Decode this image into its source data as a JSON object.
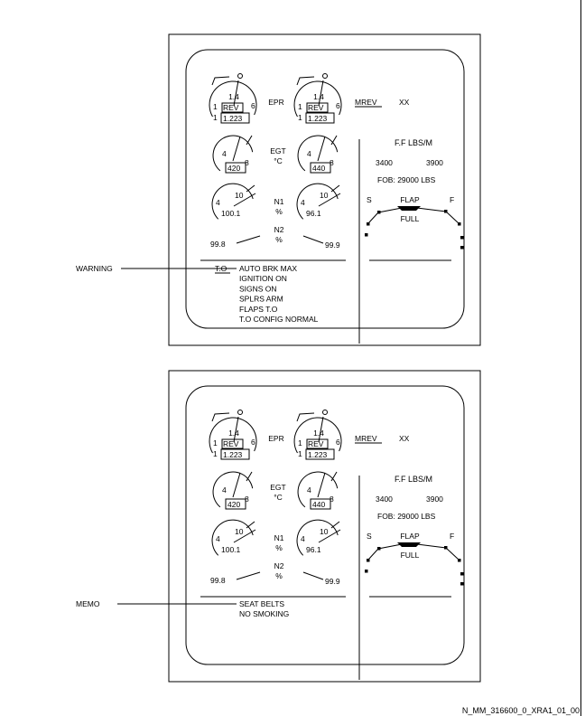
{
  "figure_id": "N_MM_316600_0_XRA1_01_00",
  "panels": [
    {
      "id": "warning",
      "callout": "WARNING",
      "gauges": {
        "epr_label": "EPR",
        "egt_label": "EGT",
        "egt_unit": "°C",
        "n1_label": "N1",
        "n1_unit": "%",
        "n2_label": "N2",
        "n2_unit": "%",
        "left": {
          "epr_mark": "1.4",
          "epr_low": "1",
          "epr_high": "6",
          "epr_side": "1",
          "rev": "REV",
          "epr_value": "1.223",
          "egt_low": "4",
          "egt_high": "8",
          "egt_value": "420",
          "n1_low": "4",
          "n1_high": "10",
          "n1_value": "100.1",
          "n2_value": "99.8"
        },
        "right": {
          "epr_mark": "1.4",
          "epr_low": "1",
          "epr_high": "6",
          "epr_side": "1",
          "rev": "REV",
          "epr_value": "1.223",
          "egt_low": "4",
          "egt_high": "8",
          "egt_value": "440",
          "n1_low": "4",
          "n1_high": "10",
          "n1_value": "96.1",
          "n2_value": "99.9"
        }
      },
      "mrev": "MREV",
      "mrev_value": "XX",
      "ff_title": "F.F LBS/M",
      "ff_left": "3400",
      "ff_right": "3900",
      "fob": "FOB: 29000 LBS",
      "flap_s": "S",
      "flap_label": "FLAP",
      "flap_f": "F",
      "flap_full": "FULL",
      "memo_prefix": "T.O",
      "memo_lines": [
        "AUTO BRK MAX",
        "IGNITION ON",
        "SIGNS ON",
        "SPLRS ARM",
        "FLAPS T.O",
        "T.O CONFIG NORMAL"
      ]
    },
    {
      "id": "memo",
      "callout": "MEMO",
      "gauges": {
        "epr_label": "EPR",
        "egt_label": "EGT",
        "egt_unit": "°C",
        "n1_label": "N1",
        "n1_unit": "%",
        "n2_label": "N2",
        "n2_unit": "%",
        "left": {
          "epr_mark": "1.4",
          "epr_low": "1",
          "epr_high": "6",
          "epr_side": "1",
          "rev": "REV",
          "epr_value": "1.223",
          "egt_low": "4",
          "egt_high": "8",
          "egt_value": "420",
          "n1_low": "4",
          "n1_high": "10",
          "n1_value": "100.1",
          "n2_value": "99.8"
        },
        "right": {
          "epr_mark": "1.4",
          "epr_low": "1",
          "epr_high": "6",
          "epr_side": "1",
          "rev": "REV",
          "epr_value": "1.223",
          "egt_low": "4",
          "egt_high": "8",
          "egt_value": "440",
          "n1_low": "4",
          "n1_high": "10",
          "n1_value": "96.1",
          "n2_value": "99.9"
        }
      },
      "mrev": "MREV",
      "mrev_value": "XX",
      "ff_title": "F.F LBS/M",
      "ff_left": "3400",
      "ff_right": "3900",
      "fob": "FOB: 29000 LBS",
      "flap_s": "S",
      "flap_label": "FLAP",
      "flap_f": "F",
      "flap_full": "FULL",
      "memo_prefix": "",
      "memo_lines": [
        "SEAT BELTS",
        "NO SMOKING"
      ]
    }
  ]
}
